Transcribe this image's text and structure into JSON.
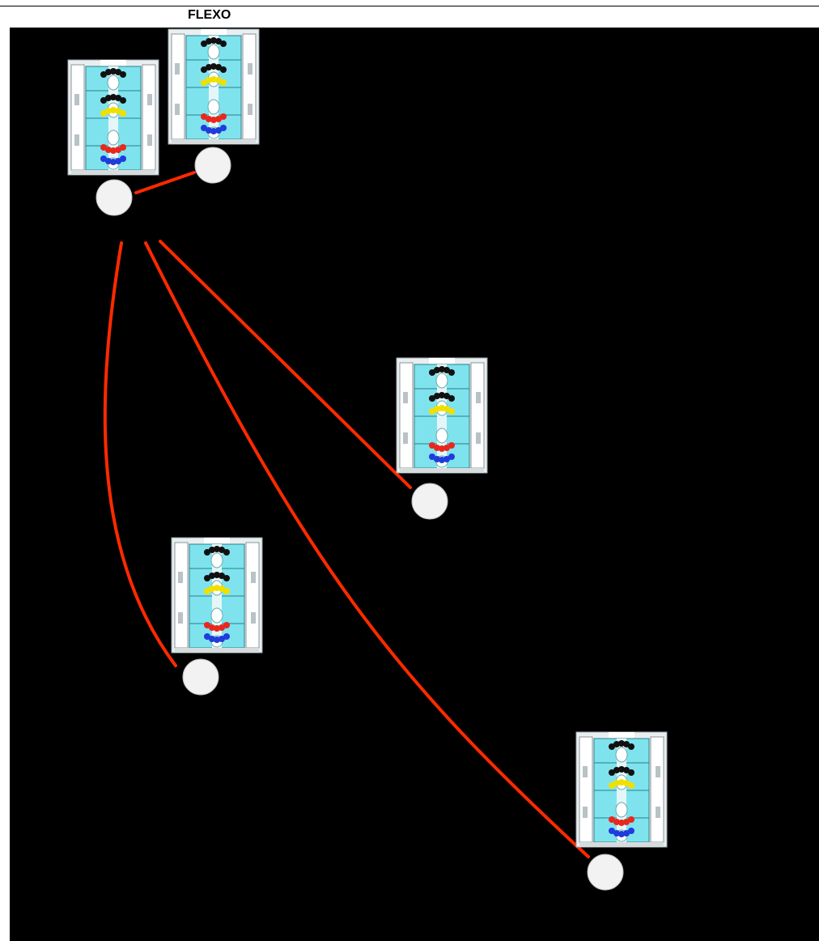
{
  "header": {
    "title": "FLEXO"
  },
  "colors": {
    "background": "#000000",
    "connector": "#ff2a00",
    "node": "#f2f2f2",
    "machine_frame": "#e9eef0",
    "machine_body": "#7fe3ee",
    "ink_black": "#111111",
    "ink_yellow": "#f0e000",
    "ink_red": "#e8281e",
    "ink_blue": "#1f3cdc"
  },
  "diagram": {
    "machines": [
      {
        "id": "machine-1",
        "icon": "flexo-press-icon"
      },
      {
        "id": "machine-2",
        "icon": "flexo-press-icon"
      },
      {
        "id": "machine-3",
        "icon": "flexo-press-icon"
      },
      {
        "id": "machine-4",
        "icon": "flexo-press-icon"
      },
      {
        "id": "machine-5",
        "icon": "flexo-press-icon"
      }
    ],
    "nodes": [
      "hub",
      "node-2",
      "node-3",
      "node-4",
      "node-5"
    ],
    "connections": [
      {
        "from": "hub",
        "to": "node-2"
      },
      {
        "from": "hub",
        "to": "node-3"
      },
      {
        "from": "hub",
        "to": "node-4"
      },
      {
        "from": "hub",
        "to": "node-5"
      }
    ]
  }
}
